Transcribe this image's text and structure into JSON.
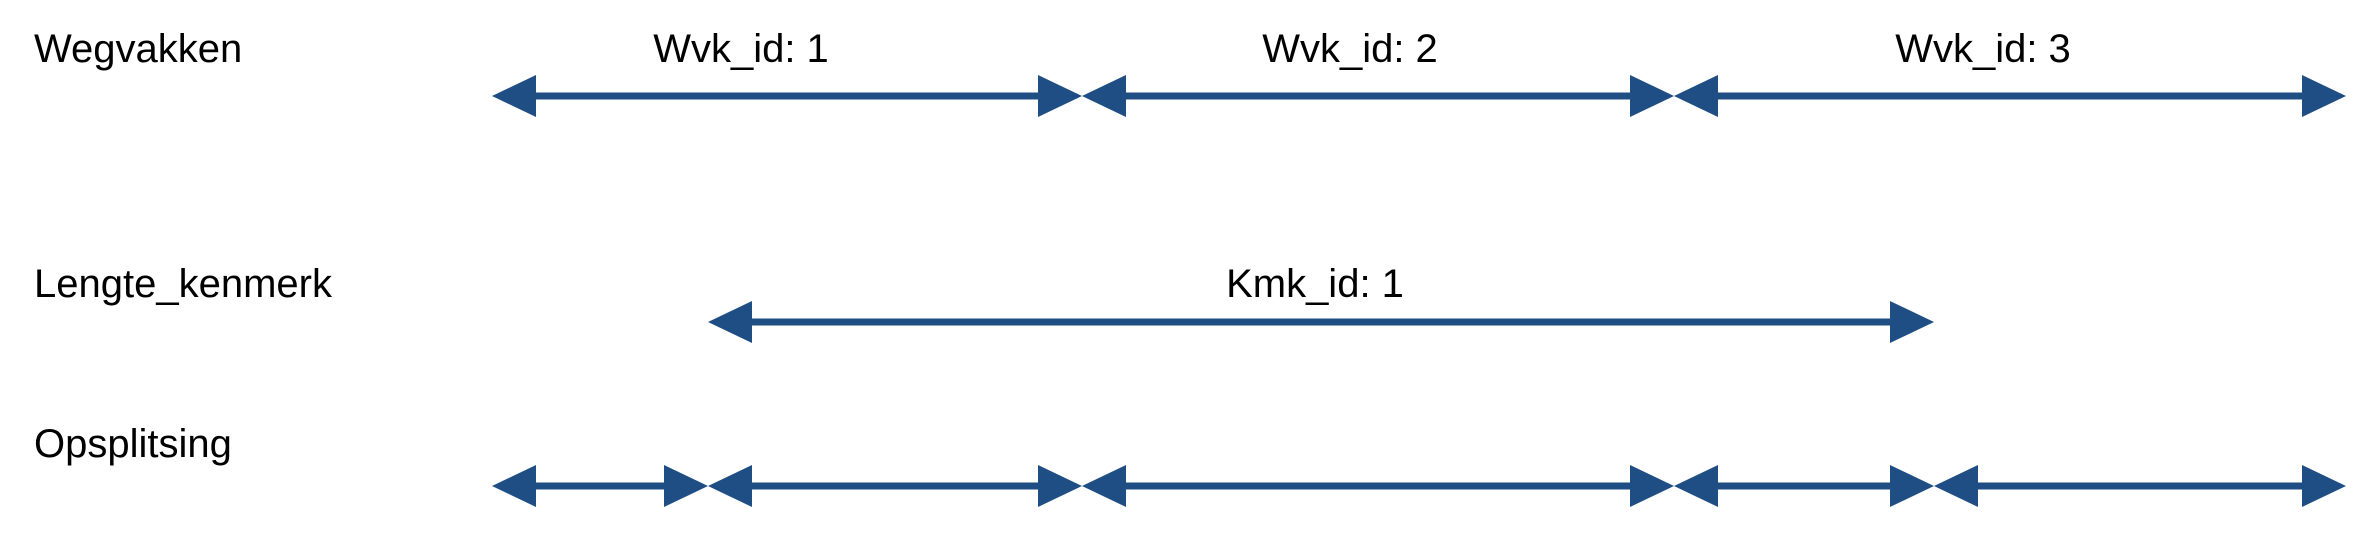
{
  "colors": {
    "arrow": "#1f4e85",
    "text": "#000000",
    "background": "#ffffff"
  },
  "rows": [
    {
      "label": "Wegvakken",
      "segments": [
        {
          "label": "Wvk_id: 1"
        },
        {
          "label": "Wvk_id: 2"
        },
        {
          "label": "Wvk_id: 3"
        }
      ]
    },
    {
      "label": "Lengte_kenmerk",
      "segments": [
        {
          "label": "Kmk_id: 1"
        }
      ]
    },
    {
      "label": "Opsplitsing",
      "segments": [
        {
          "label": ""
        },
        {
          "label": ""
        },
        {
          "label": ""
        },
        {
          "label": ""
        },
        {
          "label": ""
        }
      ]
    }
  ]
}
